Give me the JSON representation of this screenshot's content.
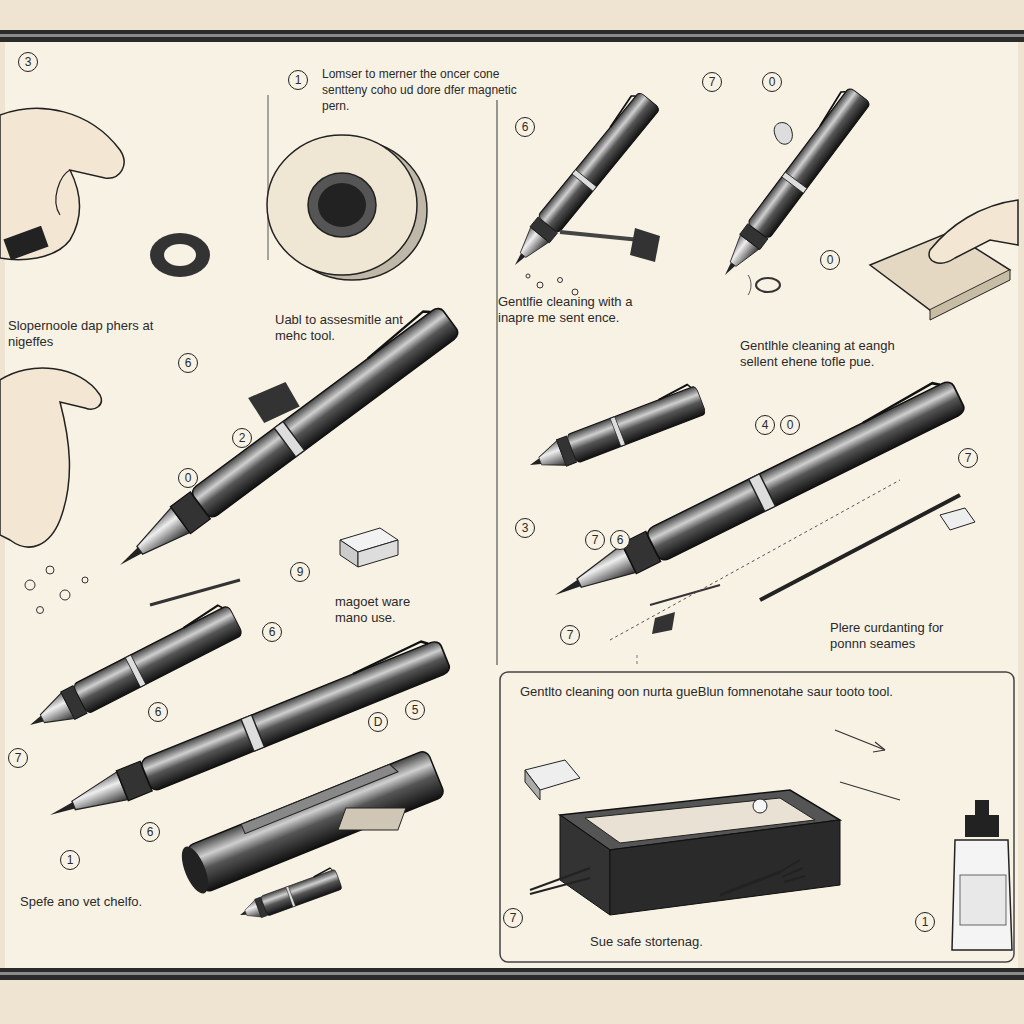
{
  "diagram": {
    "labels": [
      "3",
      "Slopernoole dap phers at nigeffes",
      "1",
      "Lomser to merner the oncer cone sentteny coho ud dore dfer magnetic pern.",
      "Uabl to assesmitle ant mehc tool.",
      "7",
      "0",
      "6",
      "0",
      "Gentlfie cleaning with a inapre me sent ence.",
      "Gentlhle cleaning at eangh sellent ehene tofle pue.",
      "6",
      "2",
      "0",
      "9",
      "magoet ware mano use.",
      "6",
      "6",
      "7",
      "6",
      "5",
      "D",
      "1",
      "Spefe ano vet chelfo.",
      "4",
      "0",
      "7",
      "3",
      "7",
      "6",
      "7",
      "Plere curdanting for ponnn seames",
      "Gentlto cleaning oon nurta gueBlun fomnenotahe saur tooto tool.",
      "7",
      "1",
      "Sue safe stortenag."
    ]
  }
}
